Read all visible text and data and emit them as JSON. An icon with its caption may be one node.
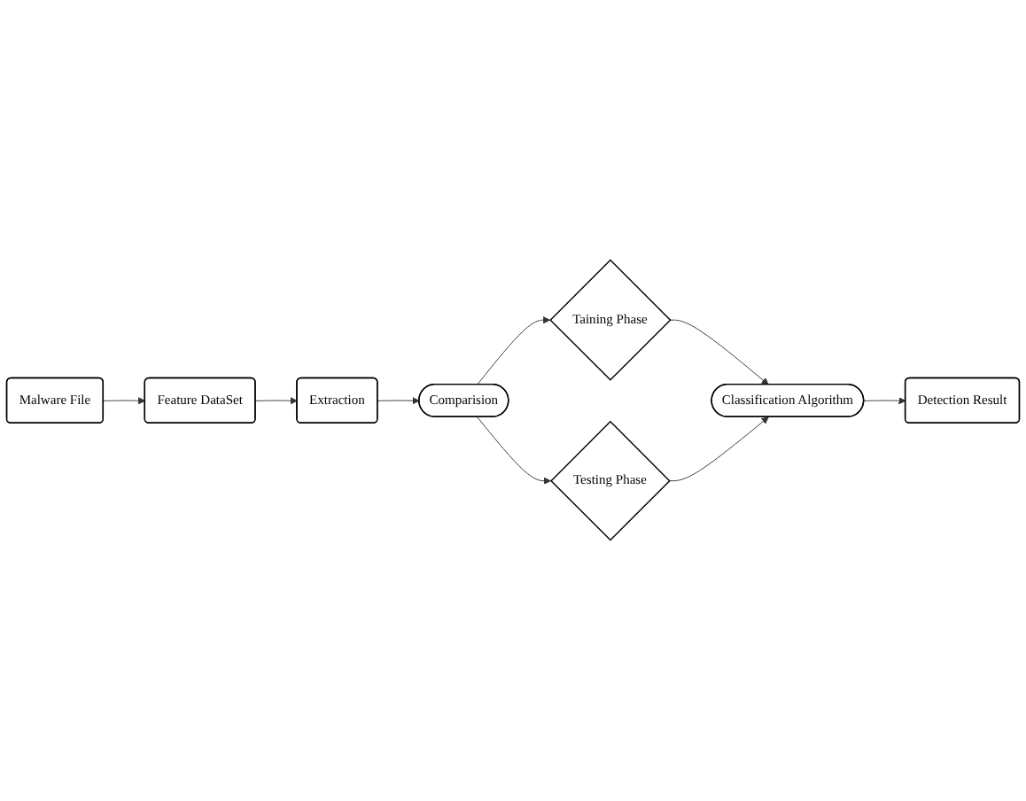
{
  "diagram": {
    "nodes": [
      {
        "text": [
          "Malware File"
        ]
      },
      {
        "text": [
          "Feature DataSet"
        ]
      },
      {
        "text": [
          "Extraction"
        ]
      },
      {
        "text": [
          "Comparision"
        ]
      },
      {
        "text": [
          "Taining Phase"
        ]
      },
      {
        "text": [
          "Testing Phase"
        ]
      },
      {
        "text": [
          "Classification Algorithm"
        ]
      },
      {
        "text": [
          "Detection Result"
        ]
      }
    ],
    "edges": [
      {
        "from": 0,
        "to": 1,
        "arrow": "to"
      },
      {
        "from": 1,
        "to": 2,
        "arrow": "to"
      },
      {
        "from": 2,
        "to": 3,
        "arrow": "to"
      },
      {
        "from": 3,
        "to": 4,
        "arrow": "to"
      },
      {
        "from": 3,
        "to": 5,
        "arrow": "to"
      },
      {
        "from": 4,
        "to": 6,
        "arrow": "to"
      },
      {
        "from": 5,
        "to": 6,
        "arrow": "to"
      },
      {
        "from": 6,
        "to": 7,
        "arrow": "to"
      }
    ]
  }
}
